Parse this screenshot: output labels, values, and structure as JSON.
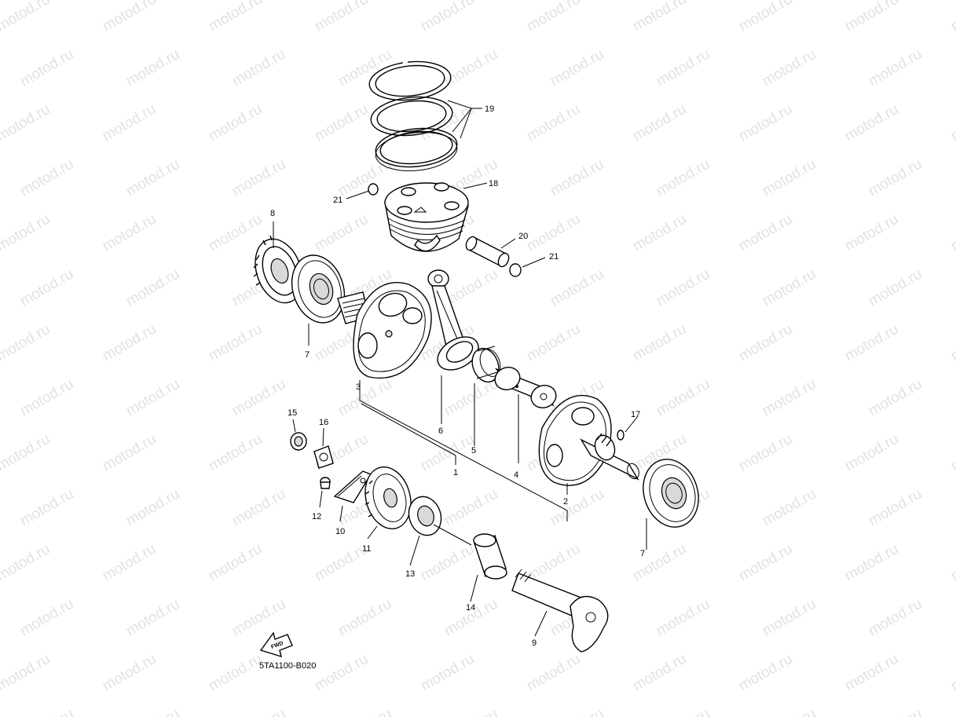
{
  "watermark": {
    "text": "motod.ru",
    "color": "#e2e2e2"
  },
  "diagram_code": "5TA1100-B020",
  "fwd_label": "FWD",
  "callouts": {
    "c1": "1",
    "c2": "2",
    "c3": "3",
    "c4": "4",
    "c5": "5",
    "c6": "6",
    "c7a": "7",
    "c7b": "7",
    "c8": "8",
    "c9": "9",
    "c10": "10",
    "c11": "11",
    "c12": "12",
    "c13": "13",
    "c14": "14",
    "c15": "15",
    "c16": "16",
    "c17": "17",
    "c18": "18",
    "c19": "19",
    "c20": "20",
    "c21a": "21",
    "c21b": "21"
  }
}
